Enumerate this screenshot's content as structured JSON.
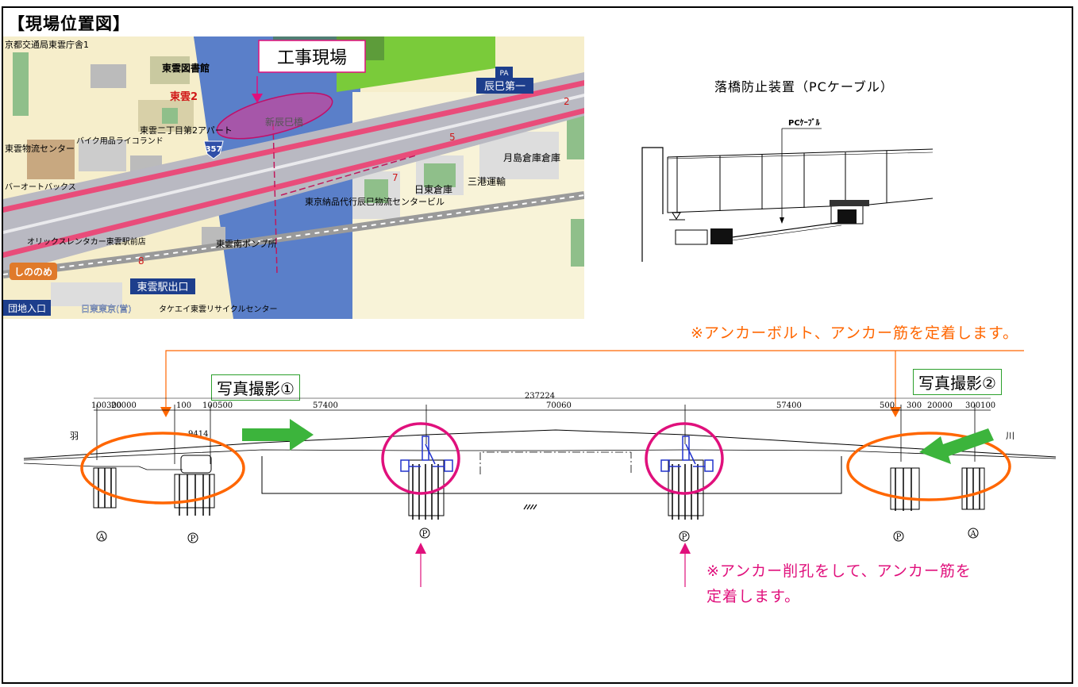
{
  "page": {
    "title": "【現場位置図】"
  },
  "map": {
    "site_callout": "工事現場",
    "labels": {
      "l1": "京都交通局東雲庁舎1",
      "l2": "東雲図書館",
      "l3": "東雲2",
      "l4": "東雲二丁目第2アパート",
      "l5": "新辰巳橋",
      "l6": "東雲物流センター",
      "l7": "バイク用品ライコランド",
      "l8": "バーオートバックス",
      "l9": "357",
      "l10": "PA",
      "l11": "辰巳第一",
      "l12": "月島倉庫倉庫",
      "l13": "日東倉庫",
      "l14": "三港運輸",
      "l15": "東京納品代行辰巳物流センタービル",
      "l16": "オリックスレンタカー東雲駅前店",
      "l17": "東雲南ポンプ所",
      "l18": "しののめ",
      "l19": "東雲駅出口",
      "l20": "団地入口",
      "l21": "日東東京(営)",
      "l22": "タケエイ東雲リサイクルセンター",
      "n2": "2",
      "n5": "5",
      "n7": "7",
      "n8": "8"
    }
  },
  "pc_cable": {
    "title": "落橋防止装置（PCケーブル）",
    "cable_label": "PCｹｰﾌﾞﾙ"
  },
  "notes": {
    "orange": "※アンカーボルト、アンカー筋を定着します。",
    "pink_line1": "※アンカー削孔をして、アンカー筋を",
    "pink_line2": "定着します。"
  },
  "photos": {
    "photo1": "写真撮影①",
    "photo2": "写真撮影②"
  },
  "bridge": {
    "total": "237224",
    "dims": {
      "d1": "100300",
      "d2": "20000",
      "d3": "100",
      "d4": "100500",
      "d5": "57400",
      "d6": "70060",
      "d7": "57400",
      "d8": "500",
      "d9": "300",
      "d10": "20000",
      "d11": "300100"
    },
    "sub_dim": "9414",
    "end_left": "羽",
    "end_right": "川",
    "piers": [
      "A",
      "P",
      "P",
      "P",
      "P",
      "A"
    ],
    "colors": {
      "orange": "#ff6600",
      "pink": "#e0107c",
      "green": "#3cb43c",
      "blue": "#2233cc"
    }
  }
}
